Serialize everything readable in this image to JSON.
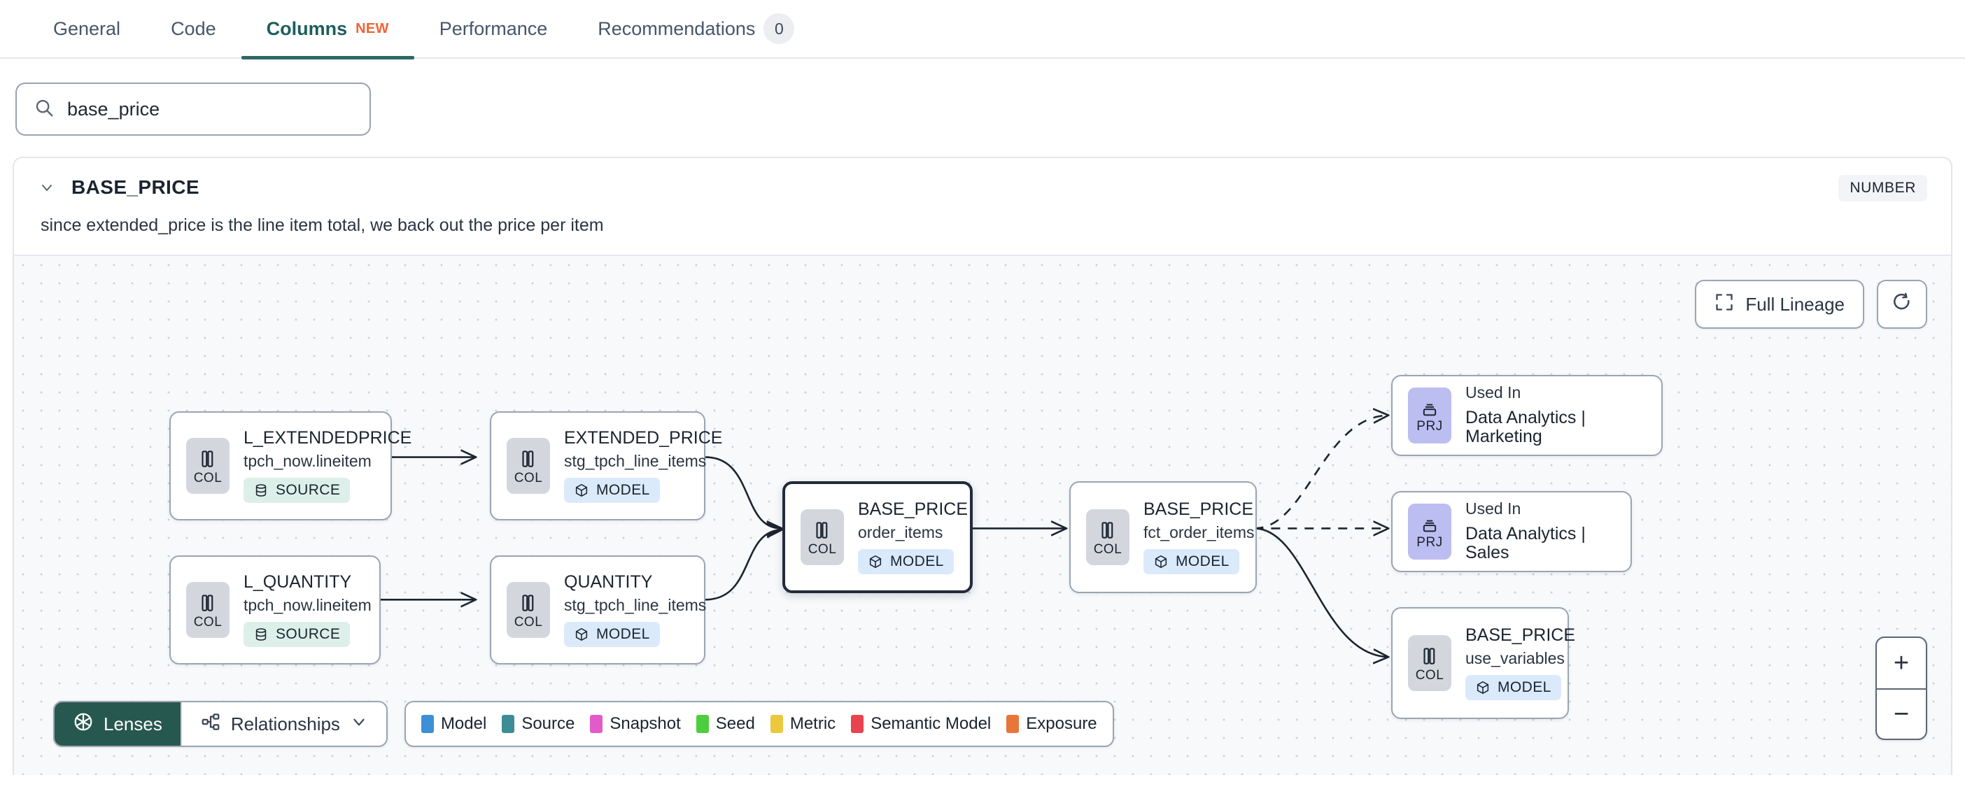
{
  "tabs": [
    {
      "label": "General",
      "active": false
    },
    {
      "label": "Code",
      "active": false
    },
    {
      "label": "Columns",
      "active": true,
      "badge": "NEW"
    },
    {
      "label": "Performance",
      "active": false
    },
    {
      "label": "Recommendations",
      "active": false,
      "count": "0"
    }
  ],
  "search": {
    "value": "base_price",
    "placeholder": "Search columns",
    "icon": "search-icon"
  },
  "column": {
    "name": "BASE_PRICE",
    "type": "NUMBER",
    "description": "since extended_price is the line item total, we back out the price per item",
    "expanded": true
  },
  "lineage": {
    "controls": {
      "full_lineage_label": "Full Lineage",
      "refresh_icon": "refresh-icon",
      "expand_icon": "expand-icon",
      "zoom_in": "+",
      "zoom_out": "−"
    },
    "nodes": [
      {
        "id": "n1",
        "kind": "col",
        "icon_label": "COL",
        "title": "L_EXTENDEDPRICE",
        "sub": "tpch_now.lineitem",
        "chip": "SOURCE",
        "chip_kind": "source",
        "focus": false
      },
      {
        "id": "n2",
        "kind": "col",
        "icon_label": "COL",
        "title": "L_QUANTITY",
        "sub": "tpch_now.lineitem",
        "chip": "SOURCE",
        "chip_kind": "source",
        "focus": false
      },
      {
        "id": "n3",
        "kind": "col",
        "icon_label": "COL",
        "title": "EXTENDED_PRICE",
        "sub": "stg_tpch_line_items",
        "chip": "MODEL",
        "chip_kind": "model",
        "focus": false
      },
      {
        "id": "n4",
        "kind": "col",
        "icon_label": "COL",
        "title": "QUANTITY",
        "sub": "stg_tpch_line_items",
        "chip": "MODEL",
        "chip_kind": "model",
        "focus": false
      },
      {
        "id": "n5",
        "kind": "col",
        "icon_label": "COL",
        "title": "BASE_PRICE",
        "sub": "order_items",
        "chip": "MODEL",
        "chip_kind": "model",
        "focus": true
      },
      {
        "id": "n6",
        "kind": "col",
        "icon_label": "COL",
        "title": "BASE_PRICE",
        "sub": "fct_order_items",
        "chip": "MODEL",
        "chip_kind": "model",
        "focus": false
      },
      {
        "id": "n7",
        "kind": "prj",
        "icon_label": "PRJ",
        "title": "Used In",
        "sub": "Data Analytics | Marketing",
        "focus": false
      },
      {
        "id": "n8",
        "kind": "prj",
        "icon_label": "PRJ",
        "title": "Used In",
        "sub": "Data Analytics | Sales",
        "focus": false
      },
      {
        "id": "n9",
        "kind": "col",
        "icon_label": "COL",
        "title": "BASE_PRICE",
        "sub": "use_variables",
        "chip": "MODEL",
        "chip_kind": "model",
        "focus": false
      }
    ]
  },
  "bottombar": {
    "lenses_label": "Lenses",
    "lenses_icon": "aperture-icon",
    "relationships_label": "Relationships",
    "relationships_icon": "hierarchy-icon",
    "relationships_caret": "chevron-down-icon"
  },
  "legend": [
    {
      "label": "Model",
      "color": "#3d8fd6"
    },
    {
      "label": "Source",
      "color": "#3e8d96"
    },
    {
      "label": "Snapshot",
      "color": "#e25bc9"
    },
    {
      "label": "Seed",
      "color": "#4dce3f"
    },
    {
      "label": "Metric",
      "color": "#ecc93c"
    },
    {
      "label": "Semantic Model",
      "color": "#e8434f"
    },
    {
      "label": "Exposure",
      "color": "#e8763a"
    }
  ],
  "colors": {
    "accent": "#2d6a63",
    "new_badge": "#ef6436",
    "canvas_bg": "#f7f9fb"
  }
}
